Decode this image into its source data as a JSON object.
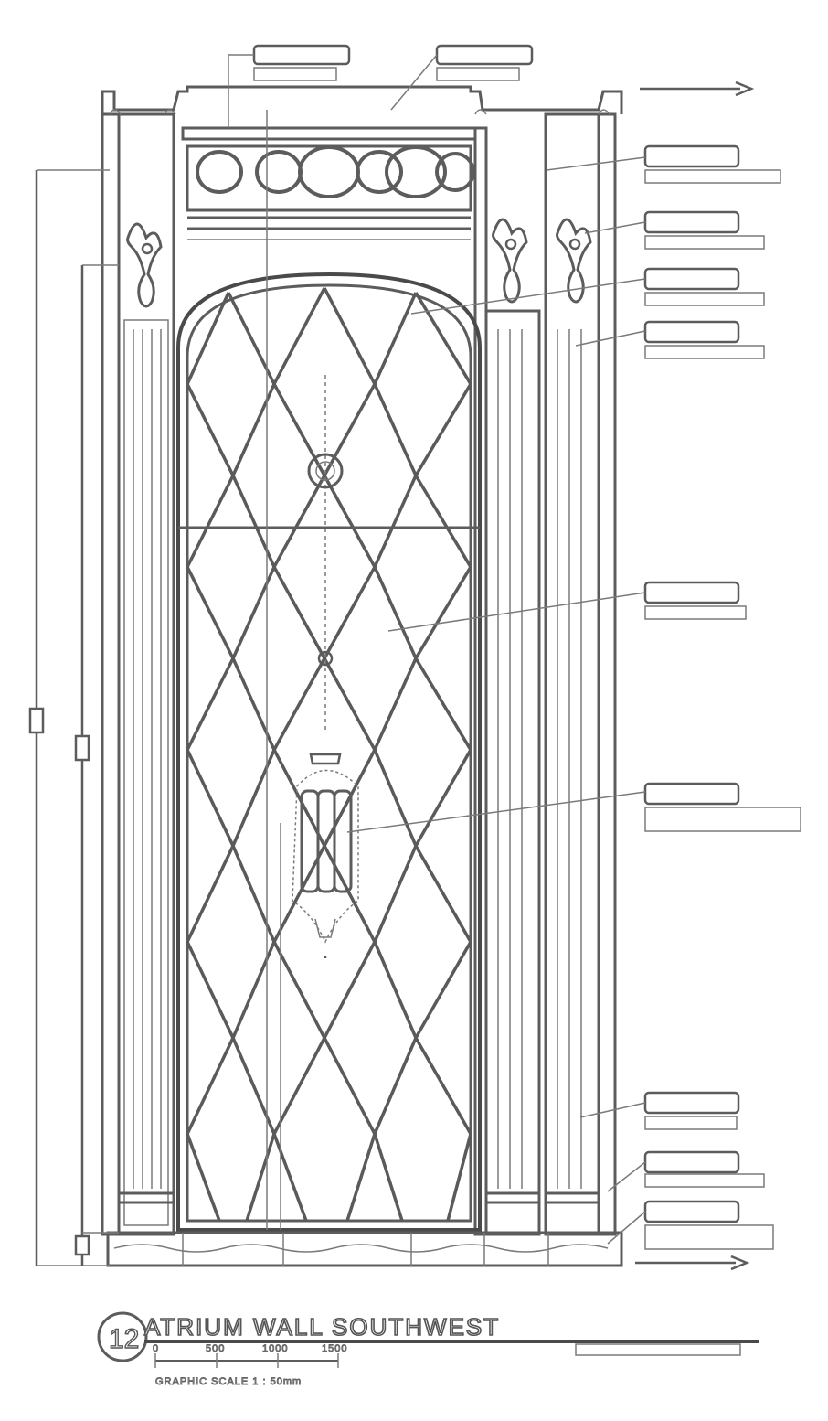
{
  "drawing": {
    "title_number": "12",
    "title": "ATRIUM WALL SOUTHWEST",
    "scale_ticks": [
      "0",
      "500",
      "1000",
      "1500"
    ],
    "scale_note": "GRAPHIC SCALE 1 : 50mm"
  },
  "colors": {
    "linework": "#5c5c5c",
    "background": "#ffffff"
  }
}
